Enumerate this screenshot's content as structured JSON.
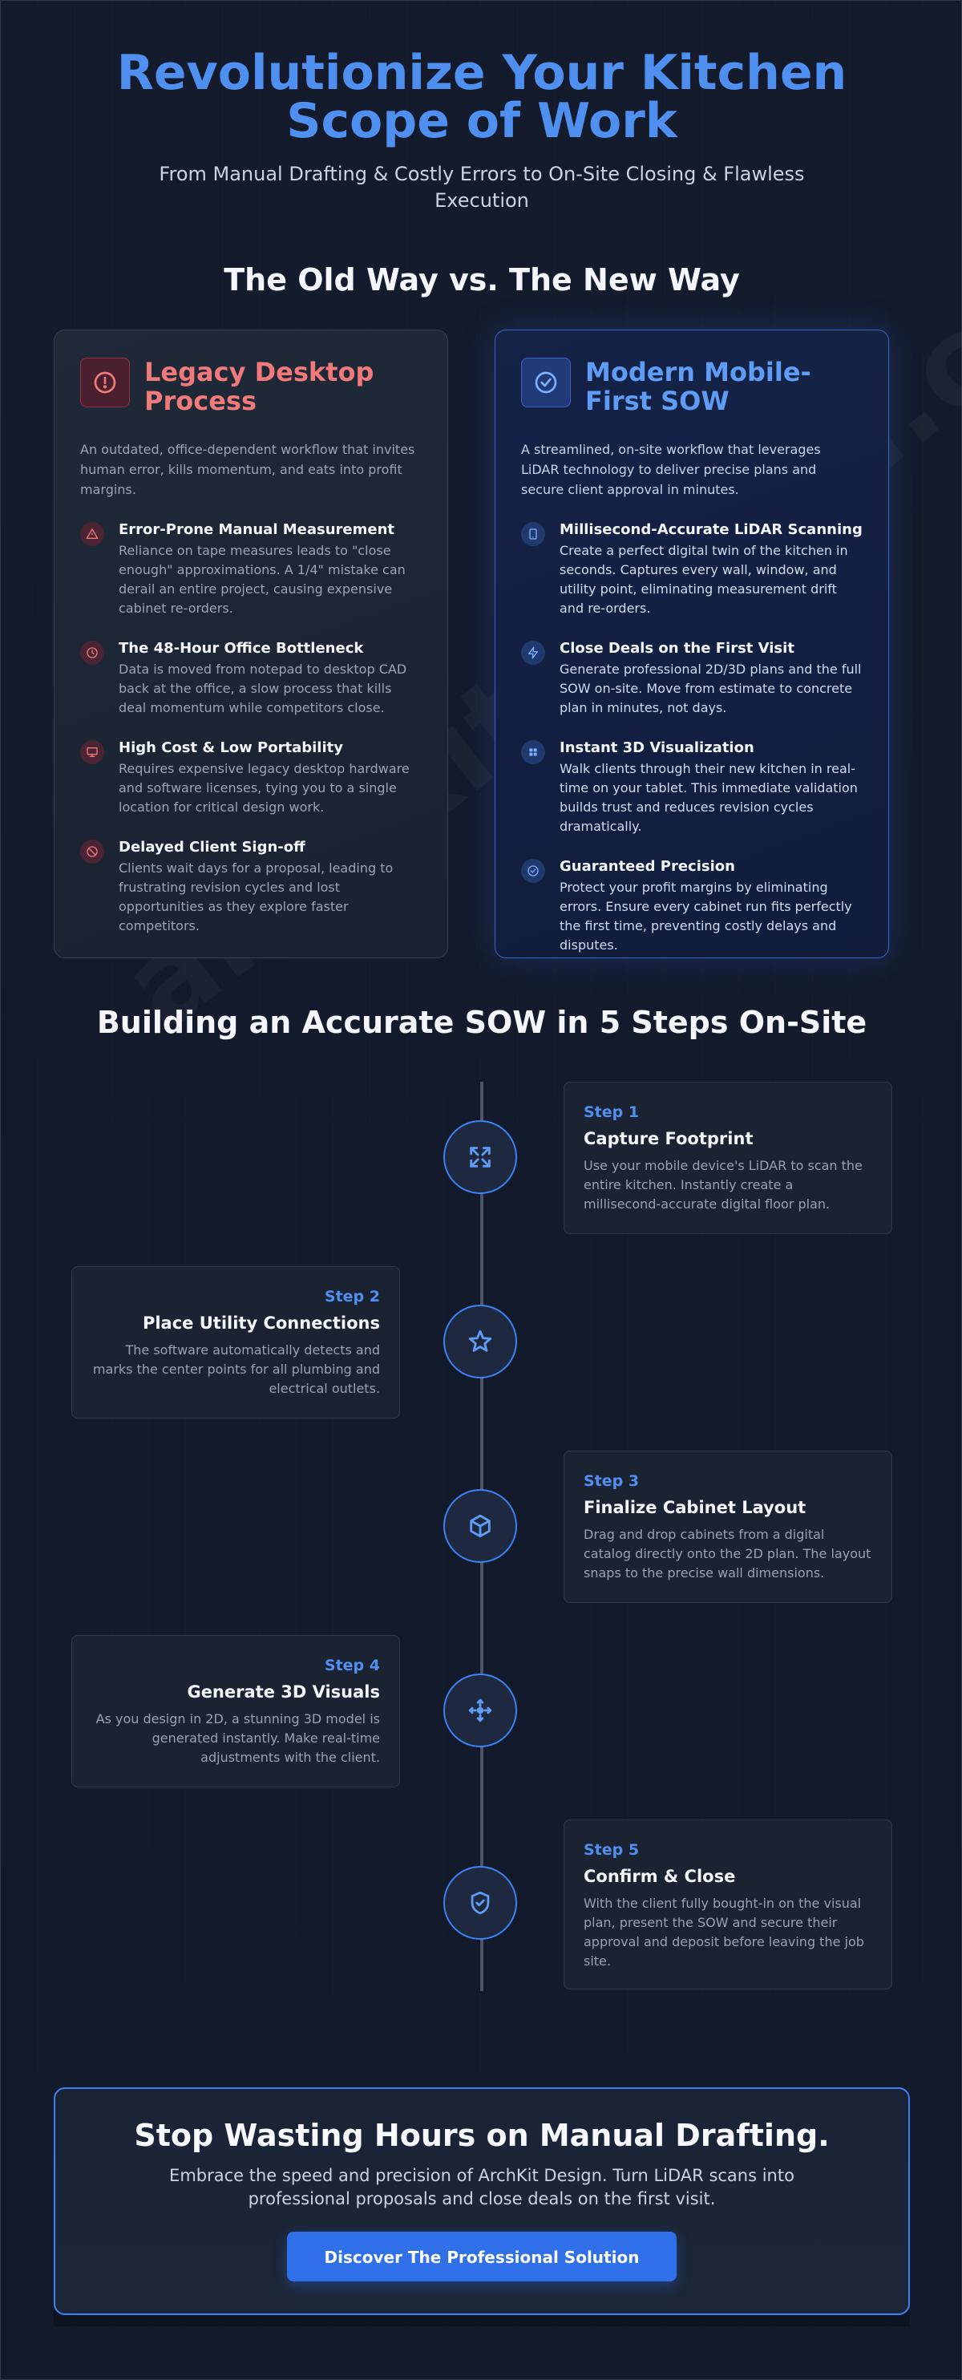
{
  "hero": {
    "title": "Revolutionize Your Kitchen Scope of Work",
    "subtitle": "From Manual Drafting & Costly Errors to On-Site Closing & Flawless Execution"
  },
  "watermark": "archkitdesign.com",
  "comparison": {
    "heading": "The Old Way vs. The New Way",
    "old": {
      "icon": "alert-circle-icon",
      "title": "Legacy Desktop Process",
      "description": "An outdated, office-dependent workflow that invites human error, kills momentum, and eats into profit margins.",
      "items": [
        {
          "icon": "warning-triangle-icon",
          "title": "Error-Prone Manual Measurement",
          "text": "Reliance on tape measures leads to \"close enough\" approximations. A 1/4\" mistake can derail an entire project, causing expensive cabinet re-orders."
        },
        {
          "icon": "clock-icon",
          "title": "The 48-Hour Office Bottleneck",
          "text": "Data is moved from notepad to desktop CAD back at the office, a slow process that kills deal momentum while competitors close."
        },
        {
          "icon": "monitor-icon",
          "title": "High Cost & Low Portability",
          "text": "Requires expensive legacy desktop hardware and software licenses, tying you to a single location for critical design work."
        },
        {
          "icon": "ban-icon",
          "title": "Delayed Client Sign-off",
          "text": "Clients wait days for a proposal, leading to frustrating revision cycles and lost opportunities as they explore faster competitors."
        }
      ]
    },
    "new": {
      "icon": "check-circle-icon",
      "title": "Modern Mobile-First SOW",
      "description": "A streamlined, on-site workflow that leverages LiDAR technology to deliver precise plans and secure client approval in minutes.",
      "items": [
        {
          "icon": "tablet-icon",
          "title": "Millisecond-Accurate LiDAR Scanning",
          "text": "Create a perfect digital twin of the kitchen in seconds. Captures every wall, window, and utility point, eliminating measurement drift and re-orders."
        },
        {
          "icon": "lightning-icon",
          "title": "Close Deals on the First Visit",
          "text": "Generate professional 2D/3D plans and the full SOW on-site. Move from estimate to concrete plan in minutes, not days."
        },
        {
          "icon": "grid-icon",
          "title": "Instant 3D Visualization",
          "text": "Walk clients through their new kitchen in real-time on your tablet. This immediate validation builds trust and reduces revision cycles dramatically."
        },
        {
          "icon": "badge-check-icon",
          "title": "Guaranteed Precision",
          "text": "Protect your profit margins by eliminating errors. Ensure every cabinet run fits perfectly the first time, preventing costly delays and disputes."
        }
      ]
    }
  },
  "steps": {
    "heading": "Building an Accurate SOW in 5 Steps On-Site",
    "items": [
      {
        "icon": "scan-expand-icon",
        "num": "Step 1",
        "title": "Capture Footprint",
        "text": "Use your mobile device's LiDAR to scan the entire kitchen. Instantly create a millisecond-accurate digital floor plan."
      },
      {
        "icon": "star-icon",
        "num": "Step 2",
        "title": "Place Utility Connections",
        "text": "The software automatically detects and marks the center points for all plumbing and electrical outlets."
      },
      {
        "icon": "cube-icon",
        "num": "Step 3",
        "title": "Finalize Cabinet Layout",
        "text": "Drag and drop cabinets from a digital catalog directly onto the 2D plan. The layout snaps to the precise wall dimensions."
      },
      {
        "icon": "move-arrows-icon",
        "num": "Step 4",
        "title": "Generate 3D Visuals",
        "text": "As you design in 2D, a stunning 3D model is generated instantly. Make real-time adjustments with the client."
      },
      {
        "icon": "shield-check-icon",
        "num": "Step 5",
        "title": "Confirm & Close",
        "text": "With the client fully bought-in on the visual plan, present the SOW and secure their approval and deposit before leaving the job site."
      }
    ]
  },
  "cta": {
    "title": "Stop Wasting Hours on Manual Drafting.",
    "text": "Embrace the speed and precision of ArchKit Design. Turn LiDAR scans into professional proposals and close deals on the first visit.",
    "button": "Discover The Professional Solution"
  },
  "colors": {
    "accent": "#4f8ff0",
    "danger": "#f07a7a",
    "background": "#121a2b",
    "button": "#2f6fe8"
  }
}
